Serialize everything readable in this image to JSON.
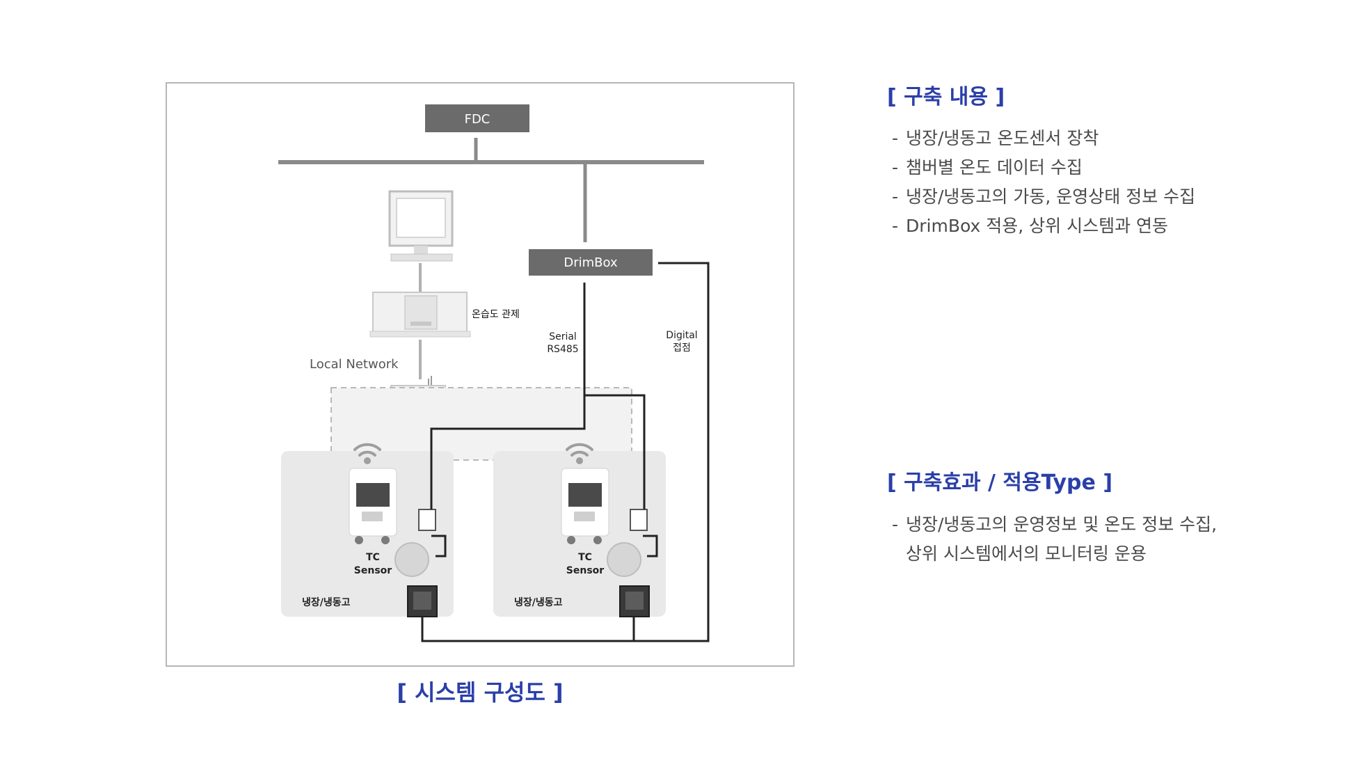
{
  "diagram": {
    "caption": "[ 시스템 구성도 ]",
    "nodes": {
      "fdc": "FDC",
      "drimbox": "DrimBox"
    },
    "labels": {
      "monitoring": "온습도 관제",
      "local_network": "Local Network",
      "serial_line1": "Serial",
      "serial_line2": "RS485",
      "digital_line1": "Digital",
      "digital_line2": "접점",
      "tc_line1": "TC",
      "tc_line2": "Sensor",
      "fridge_left": "냉장/냉동고",
      "fridge_right": "냉장/냉동고"
    }
  },
  "sections": [
    {
      "heading": "[ 구축 내용 ]",
      "items": [
        "냉장/냉동고 온도센서 장착",
        "챔버별 온도 데이터 수집",
        "냉장/냉동고의 가동, 운영상태 정보 수집",
        "DrimBox 적용, 상위 시스템과 연동"
      ]
    },
    {
      "heading": "[ 구축효과 / 적용Type ]",
      "items": [
        "냉장/냉동고의 운영정보 및 온도 정보 수집,",
        "상위 시스템에서의 모니터링 운용"
      ]
    }
  ],
  "colors": {
    "accent": "#2b3fa8",
    "node_fill": "#6b6b6b",
    "line": "#222222",
    "bus": "#8a8a8a",
    "panel": "#e9e9e9"
  }
}
